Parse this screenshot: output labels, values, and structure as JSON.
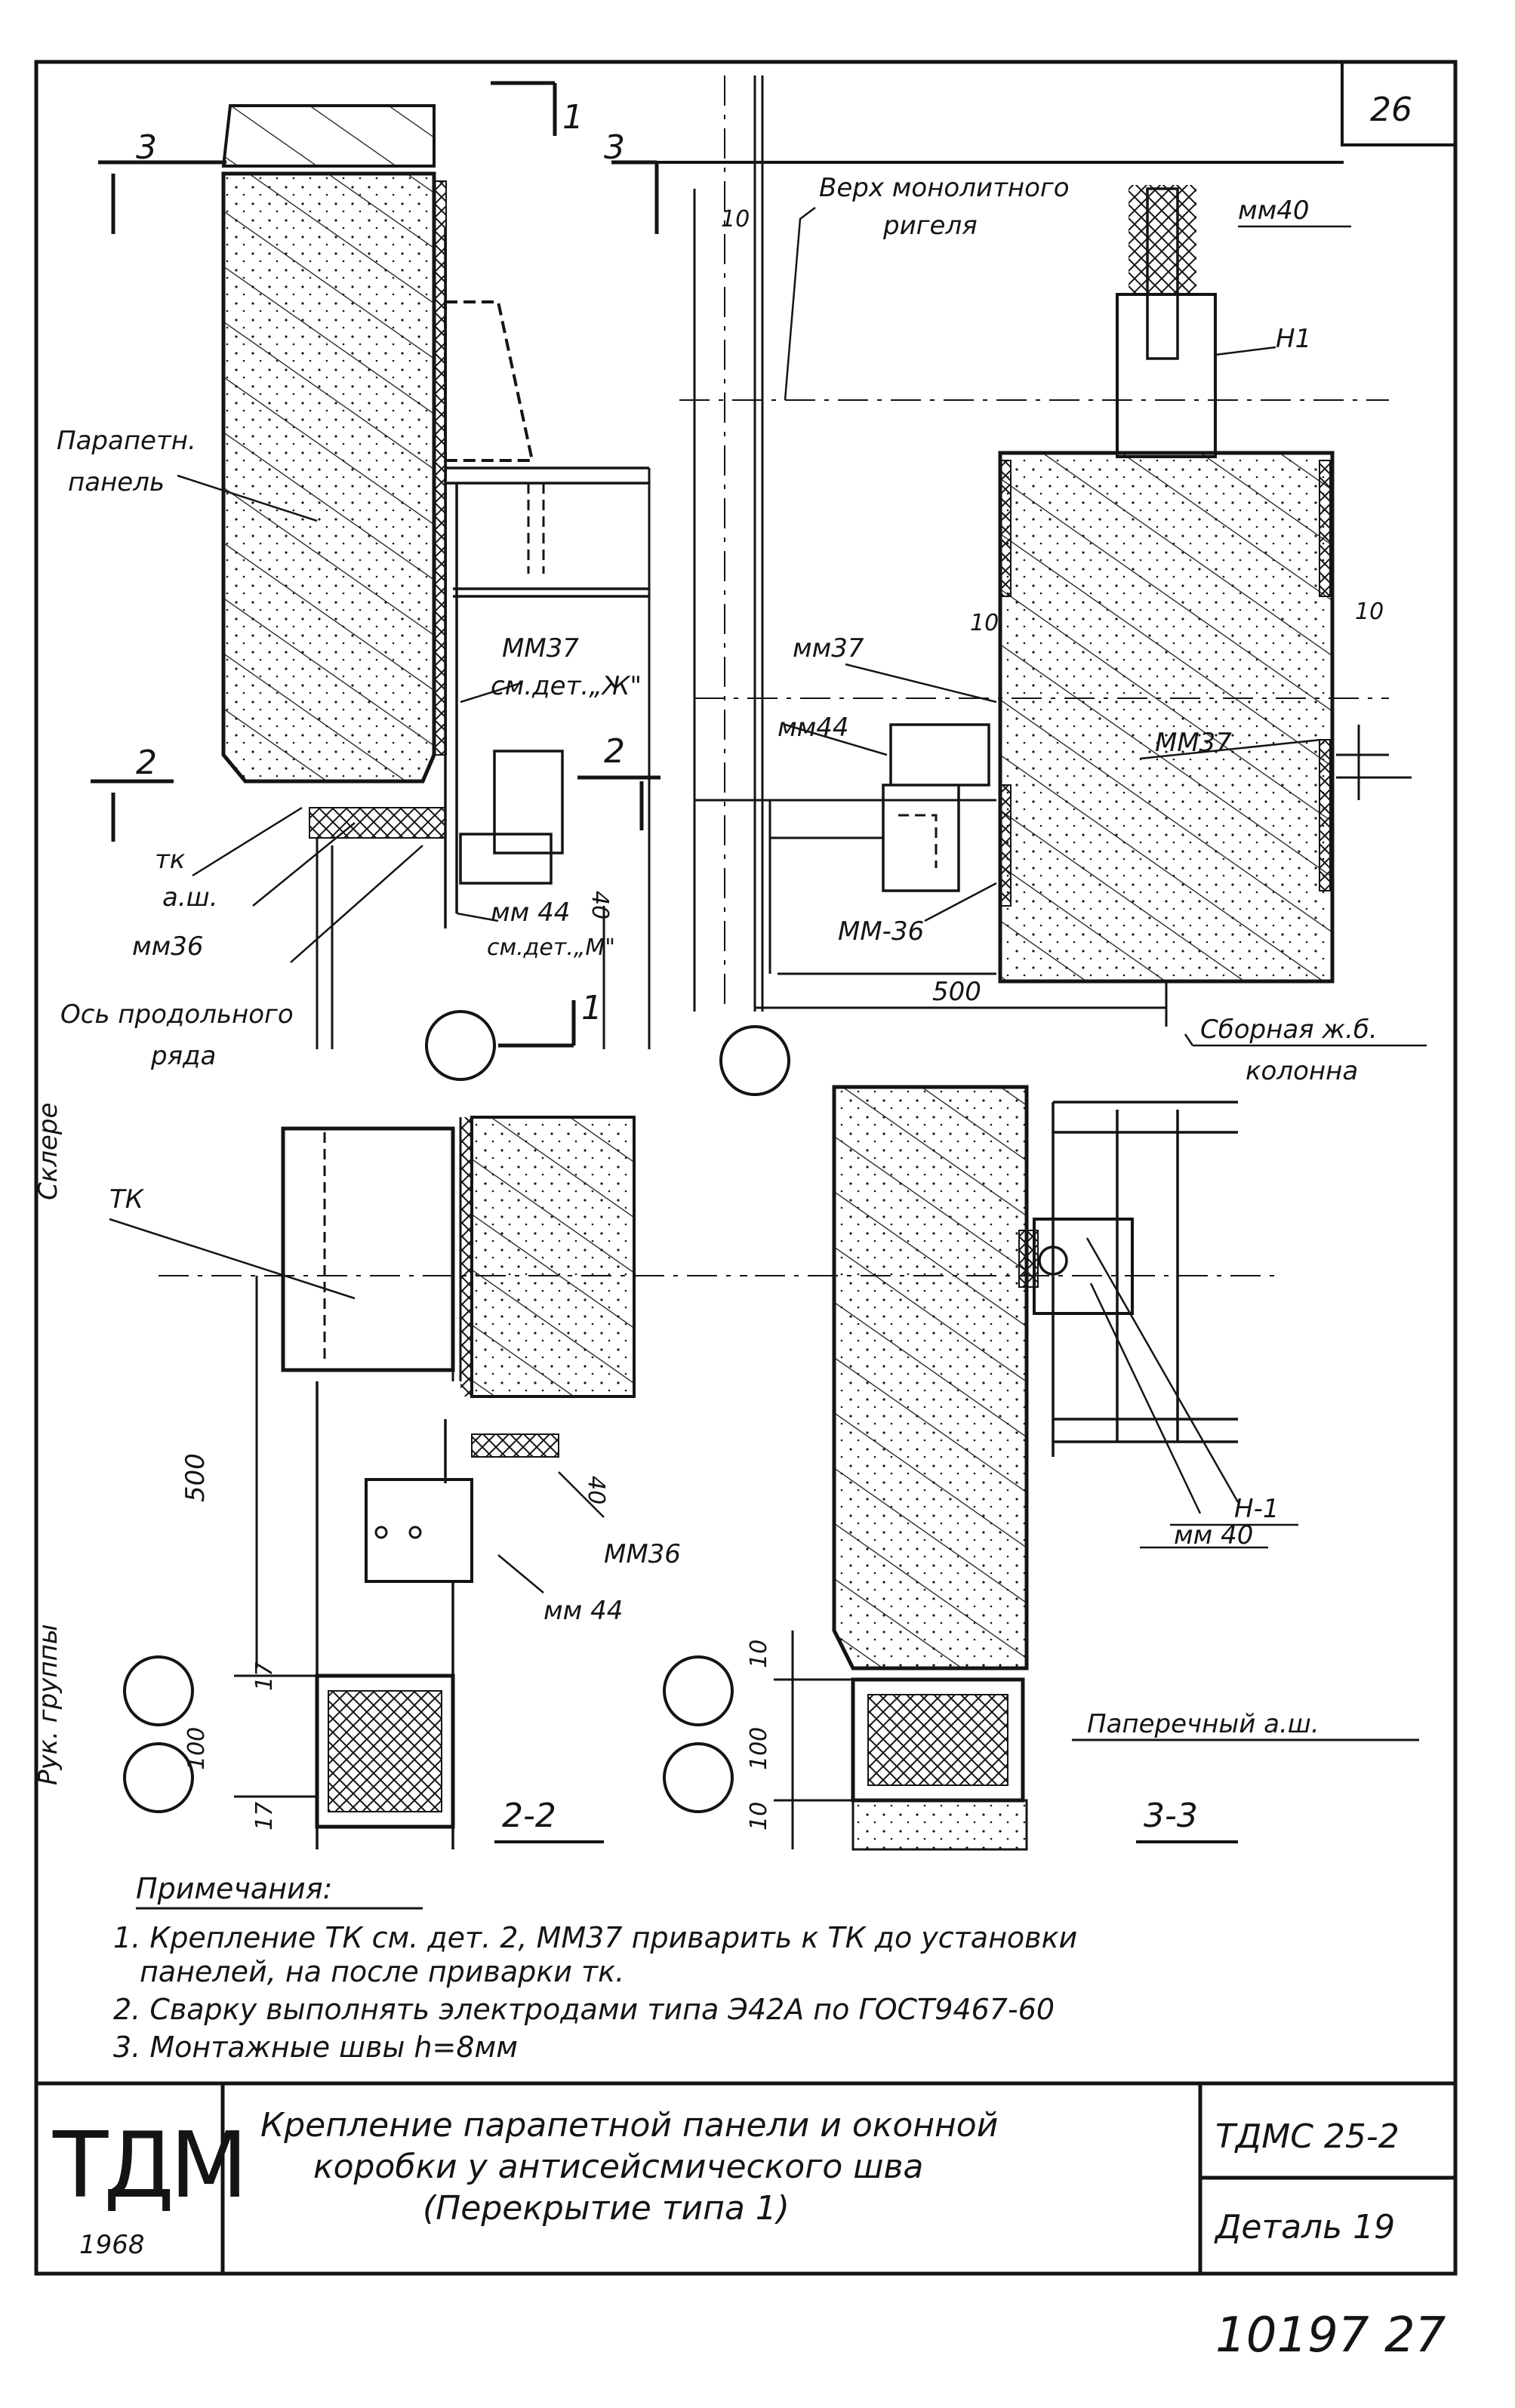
{
  "sheet": {
    "page_number": "26",
    "serial_number": "10197 27"
  },
  "section_marks": {
    "s1": "1",
    "s2": "2",
    "s3": "3"
  },
  "labels": {
    "parapet_panel_line1": "Парапетн.",
    "parapet_panel_line2": "панель",
    "tk": "тк",
    "tk_upper": "ТК",
    "aw": "а.ш.",
    "mm36": "мм36",
    "mm36_lower": "ММ36",
    "mm36_dash": "ММ-36",
    "mm37": "ММ37",
    "mm37_see": "см.дет.„Ж\"",
    "mm44": "мм 44",
    "mm44_see": "см.дет.„М\"",
    "mm44_right": "мм44",
    "mm44_lower": "мм 44",
    "mm37_right_a": "мм37",
    "mm37_right_b": "ММ37",
    "mm40": "мм40",
    "mm40_lower": "мм 40",
    "h1": "Н1",
    "h1_dash": "Н-1",
    "beam_top_line1": "Верх монолитного",
    "beam_top_line2": "ригеля",
    "axis_line1": "Ось продольного",
    "axis_line2": "ряда",
    "precast_line1": "Сборная ж.б.",
    "precast_line2": "колонна",
    "transverse_aw": "Паперечный а.ш.",
    "section_22": "2-2",
    "section_33": "3-3"
  },
  "dimensions": {
    "d10_a": "10",
    "d10_b": "10",
    "d10_c": "10",
    "d40_a": "40",
    "d40_b": "40",
    "d500_a": "500",
    "d500_b": "500",
    "d17_a": "17",
    "d17_b": "17",
    "d100_a": "100",
    "d100_b": "100",
    "d10_d": "10",
    "d10_e": "10"
  },
  "side_stamp": "Рук. группы",
  "side_sign": "Склере",
  "notes": {
    "heading": "Примечания:",
    "n1_line1": "1. Крепление ТК см. дет. 2, ММ37 приварить к ТК до установки",
    "n1_line2": "панелей, на после приварки тк.",
    "n2": "2. Сварку выполнять электродами типа Э42А по ГОСТ9467-60",
    "n3": "3. Монтажные швы h=8мм"
  },
  "title_block": {
    "org": "ТДМ",
    "year": "1968",
    "title_line1": "Крепление парапетной панели и оконной",
    "title_line2": "коробки у антисейсмического шва",
    "title_line3": "(Перекрытие типа 1)",
    "code": "ТДМС 25-2",
    "detail": "Деталь 19"
  }
}
